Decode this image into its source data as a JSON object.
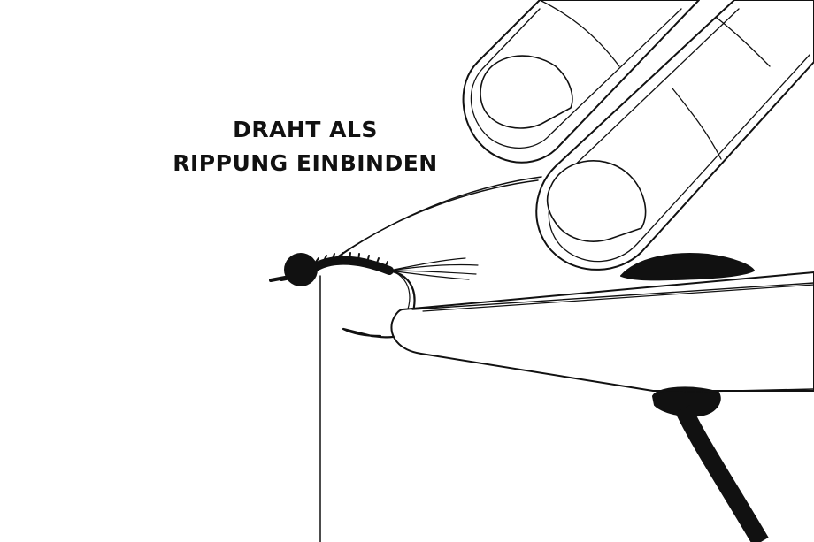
{
  "caption": {
    "line1": "DRAHT ALS",
    "line2": "RIPPUNG EINBINDEN"
  },
  "colors": {
    "ink": "#111111",
    "background": "#ffffff"
  },
  "icons": [
    "fingers",
    "vise-jaw",
    "hook",
    "bead",
    "wire",
    "tail-fibers",
    "vise-lever"
  ]
}
